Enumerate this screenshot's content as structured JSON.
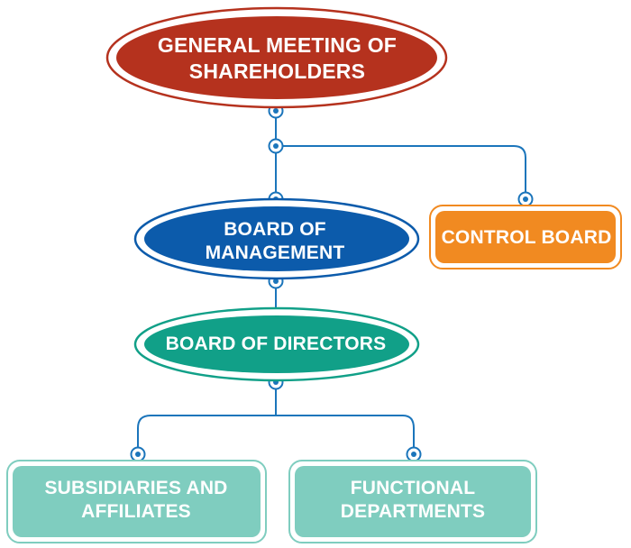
{
  "colors": {
    "connector": "#1b75bb",
    "general_meeting": "#b5321e",
    "board_of_management": "#0c5bab",
    "control_board": "#f18a21",
    "board_of_directors": "#11a088",
    "subsidiaries": "#7fcdbf",
    "functional": "#7fcdbf"
  },
  "nodes": {
    "general_meeting": "GENERAL MEETING OF\nSHAREHOLDERS",
    "board_of_management": "BOARD OF\nMANAGEMENT",
    "control_board": "CONTROL BOARD",
    "board_of_directors": "BOARD OF DIRECTORS",
    "subsidiaries": "SUBSIDIARIES AND\nAFFILIATES",
    "functional_departments": "FUNCTIONAL\nDEPARTMENTS"
  }
}
